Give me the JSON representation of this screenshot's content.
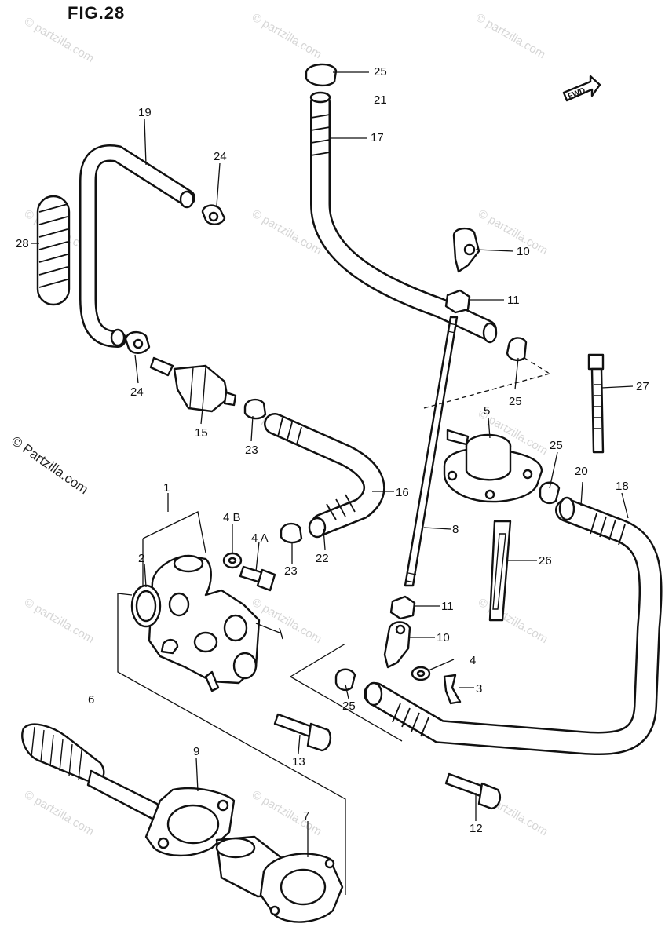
{
  "title": "FIG.28",
  "copyright_text": "© Partzilla.com",
  "watermark_text": "© partzilla.com",
  "fwd_label": "FWD",
  "callouts": [
    "25",
    "21",
    "17",
    "19",
    "24",
    "28",
    "10",
    "11",
    "24",
    "25",
    "27",
    "15",
    "23",
    "5",
    "25",
    "20",
    "18",
    "16",
    "1",
    "4 B",
    "4 A",
    "2",
    "22",
    "23",
    "8",
    "26",
    "11",
    "10",
    "4",
    "3",
    "25",
    "6",
    "13",
    "9",
    "7",
    "12"
  ]
}
